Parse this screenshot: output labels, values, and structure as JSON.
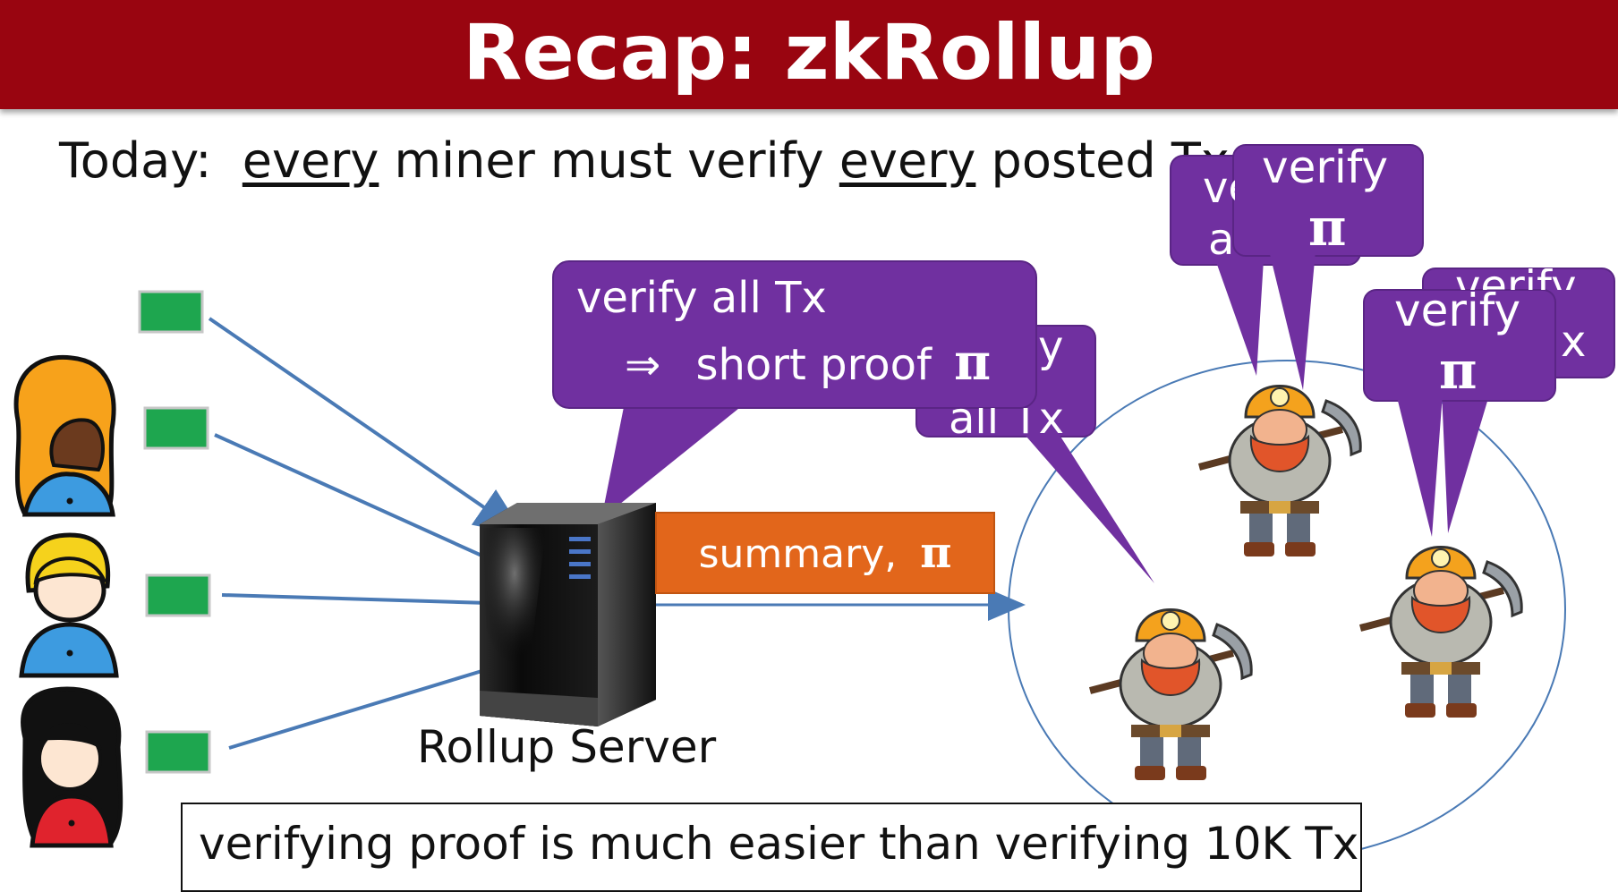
{
  "slide": {
    "title": "Recap: zkRollup",
    "today_prefix": "Today:",
    "today_every_1": "every",
    "today_middle": "miner must verify",
    "today_every_2": "every",
    "today_suffix": "posted Tx",
    "server_label": "Rollup Server",
    "summary_text": "summary,",
    "pi_symbol": "π",
    "main_bubble_line1": "verify all Tx",
    "main_bubble_arrow": "⇒",
    "main_bubble_line2": "short proof",
    "verify_label": "verify",
    "back_bubble_fragment_1": "ve",
    "back_bubble_fragment_2": "a",
    "back_bubble_fragment_3": "y",
    "back_bubble_fragment_4": "all Tx",
    "back_bubble_fragment_5": "verify",
    "back_bubble_fragment_6": "x",
    "bottom_note": "verifying proof is much easier than verifying 10K Tx"
  },
  "colors": {
    "title_bar": "#990510",
    "bubble": "#7030a0",
    "summary_box": "#e2661b",
    "tx_block": "#1ea64f",
    "arrow": "#4a7ab5"
  }
}
